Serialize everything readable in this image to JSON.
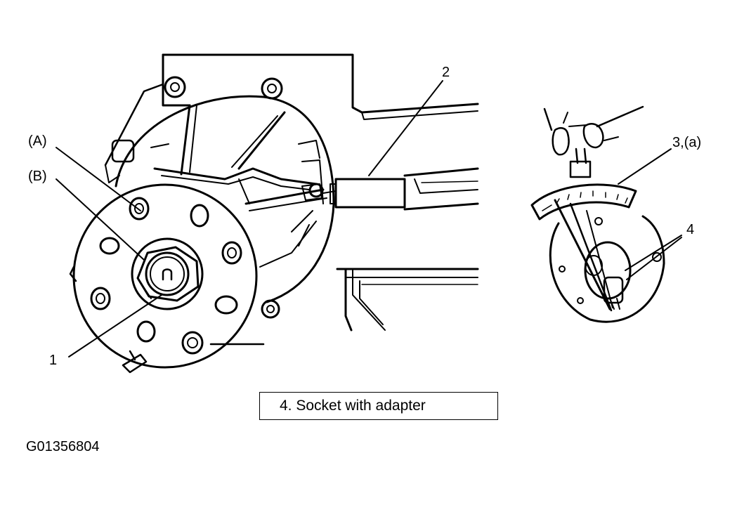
{
  "labels": {
    "hub": "1",
    "wrench": "2",
    "gauge": "3,(a)",
    "socket": "4",
    "bearing_a": "(A)",
    "bearing_b": "(B)"
  },
  "legend": {
    "text": "4.   Socket with adapter"
  },
  "figure_id": "G01356804",
  "colors": {
    "ink": "#000000",
    "paper": "#ffffff"
  }
}
